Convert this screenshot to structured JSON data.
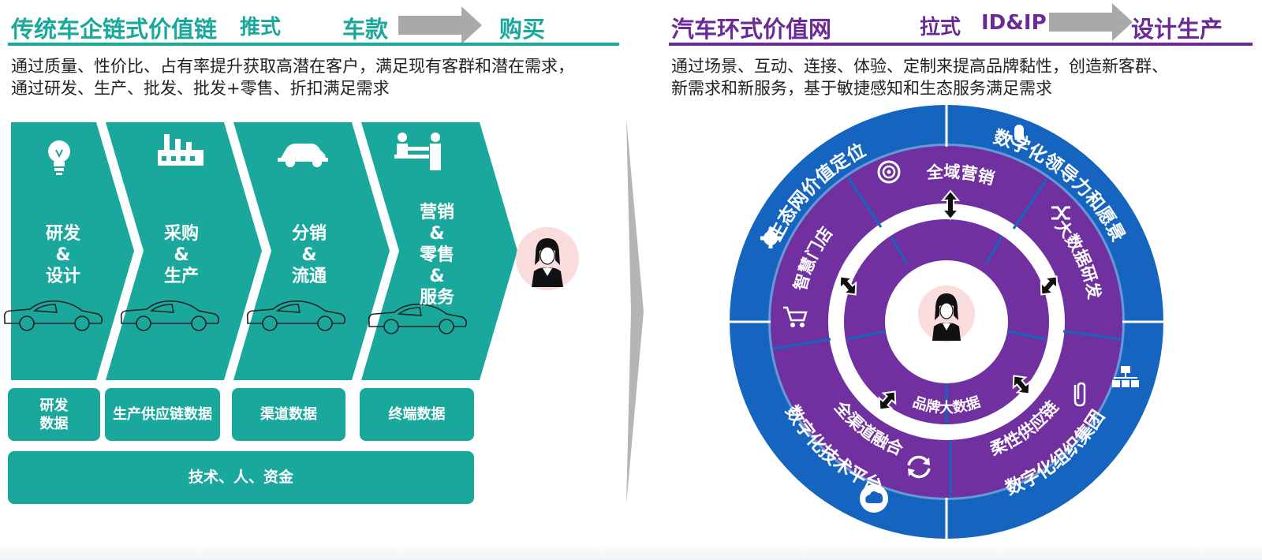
{
  "left": {
    "title": "传统车企链式价值链",
    "mode": "推式",
    "from": "车款",
    "to": "购买",
    "desc_line1": "通过质量、性价比、占有率提升获取高潜在客户，满足现有客群和潜在需求，",
    "desc_line2": "通过研发、生产、批发、批发+零售、折扣满足需求",
    "stages": [
      {
        "label": "研发\n&\n设计",
        "icon": "lightbulb-icon"
      },
      {
        "label": "采购\n&\n生产",
        "icon": "factory-icon"
      },
      {
        "label": "分销\n&\n流通",
        "icon": "car-icon"
      },
      {
        "label": "营销\n&\n零售\n&\n服务",
        "icon": "handshake-icon"
      }
    ],
    "data_boxes": [
      "研发\n数据",
      "生产供应链数据",
      "渠道数据",
      "终端数据"
    ],
    "foundation": "技术、人、资金"
  },
  "right": {
    "title": "汽车环式价值网",
    "mode": "拉式",
    "from": "ID&IP",
    "to": "设计生产",
    "desc_line1": "通过场景、互动、连接、体验、定制来提高品牌黏性，创造新客群、",
    "desc_line2": "新需求和新服务，基于敏捷感知和生态服务满足需求",
    "outer_ring": [
      "生态网价值定位",
      "数字化领导力和愿景",
      "数字化组织集团",
      "数字化技术平台"
    ],
    "inner_ring": [
      "全域营销",
      "大数据研发",
      "柔性供应链",
      "全渠道融合",
      "智慧门店"
    ],
    "center_ring": "品牌大数据"
  },
  "colors": {
    "teal": "#1aa89c",
    "purple": "#6b2a96",
    "blue": "#1565c0",
    "arrow_gray": "#a9a9a9"
  }
}
